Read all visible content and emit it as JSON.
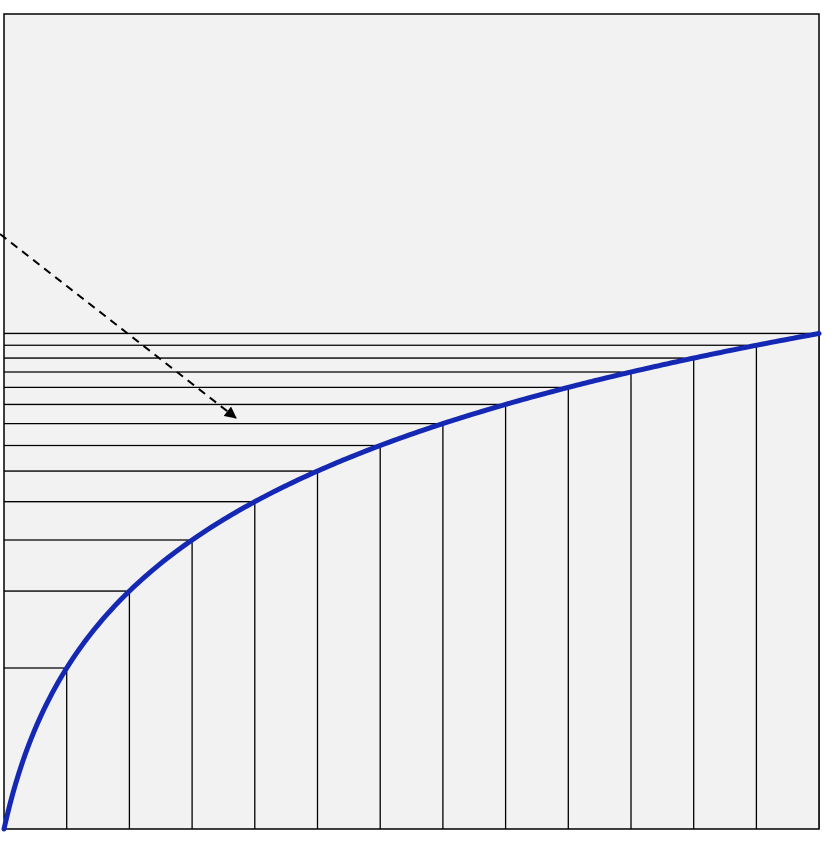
{
  "diagram": {
    "colors": {
      "panel_fill": "#f2f2f2",
      "panel_stroke": "#000000",
      "grid_line": "#000000",
      "curve": "#1428b4",
      "arrow": "#000000"
    },
    "curve": {
      "shape": "concave increasing (logarithmic-like) curve",
      "sample_count": 13
    },
    "arrow": {
      "style": "dashed",
      "direction": "points to curve"
    }
  }
}
